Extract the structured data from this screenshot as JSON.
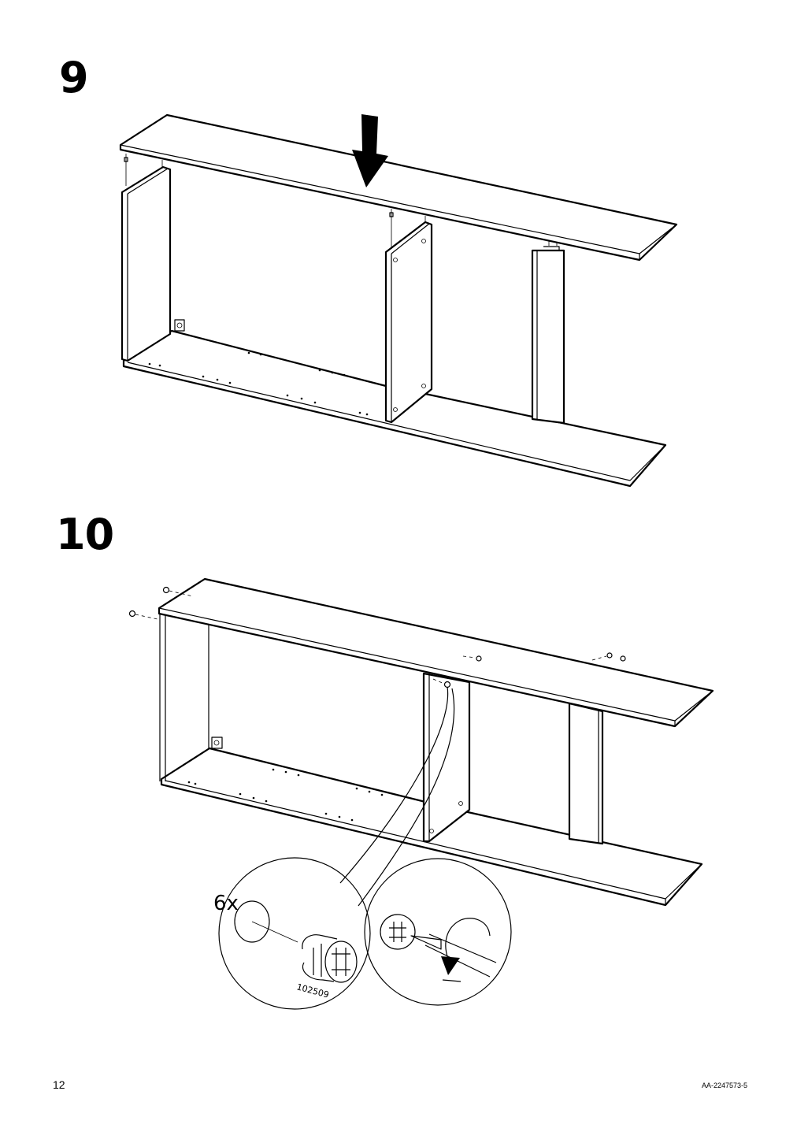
{
  "steps": [
    {
      "number": "9"
    },
    {
      "number": "10",
      "quantity": "6x",
      "part_number": "102509"
    }
  ],
  "footer": {
    "page_number": "12",
    "doc_code": "AA-2247573-5"
  }
}
